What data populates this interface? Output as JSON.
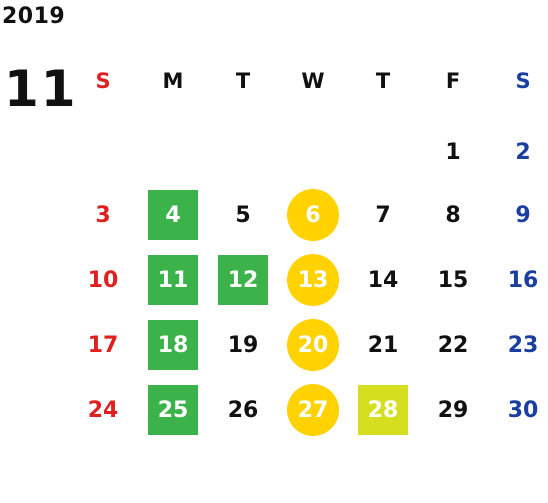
{
  "calendar": {
    "year": "2019",
    "month": "11",
    "weekdays": [
      "S",
      "M",
      "T",
      "W",
      "T",
      "F",
      "S"
    ],
    "colors": {
      "sunday": "#e02020",
      "saturday": "#1a3fa0",
      "weekday": "#111111",
      "green_square": "#3bb34a",
      "yellow_circle": "#ffd200",
      "lime_square": "#d6df1f"
    },
    "weeks": [
      [
        "",
        "",
        "",
        "",
        "",
        "1",
        "2"
      ],
      [
        "3",
        "4",
        "5",
        "6",
        "7",
        "8",
        "9"
      ],
      [
        "10",
        "11",
        "12",
        "13",
        "14",
        "15",
        "16"
      ],
      [
        "17",
        "18",
        "19",
        "20",
        "21",
        "22",
        "23"
      ],
      [
        "24",
        "25",
        "26",
        "27",
        "28",
        "29",
        "30"
      ]
    ],
    "marked_days": {
      "green_square": [
        "4",
        "11",
        "12",
        "18",
        "25"
      ],
      "yellow_circle": [
        "6",
        "13",
        "20",
        "27"
      ],
      "lime_square": [
        "28"
      ]
    }
  }
}
